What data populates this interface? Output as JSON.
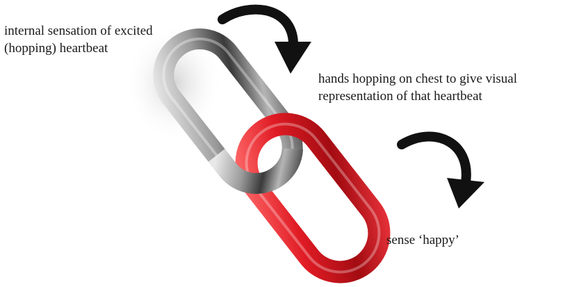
{
  "labels": {
    "internal": {
      "line1": "internal sensation of excited",
      "line2": "(hopping) heartbeat"
    },
    "hands": {
      "line1": "hands hopping on chest to give visual",
      "line2": "representation of that heartbeat"
    },
    "result": {
      "line1": "sense ‘happy’"
    }
  },
  "icons": {
    "arrow_top": "curved-arrow-clockwise-icon",
    "arrow_bottom": "curved-arrow-clockwise-icon",
    "chain": "chain-link-icon"
  },
  "colors": {
    "silver_link": "#8a8a8a",
    "red_link": "#d0141c",
    "arrow": "#111111"
  }
}
